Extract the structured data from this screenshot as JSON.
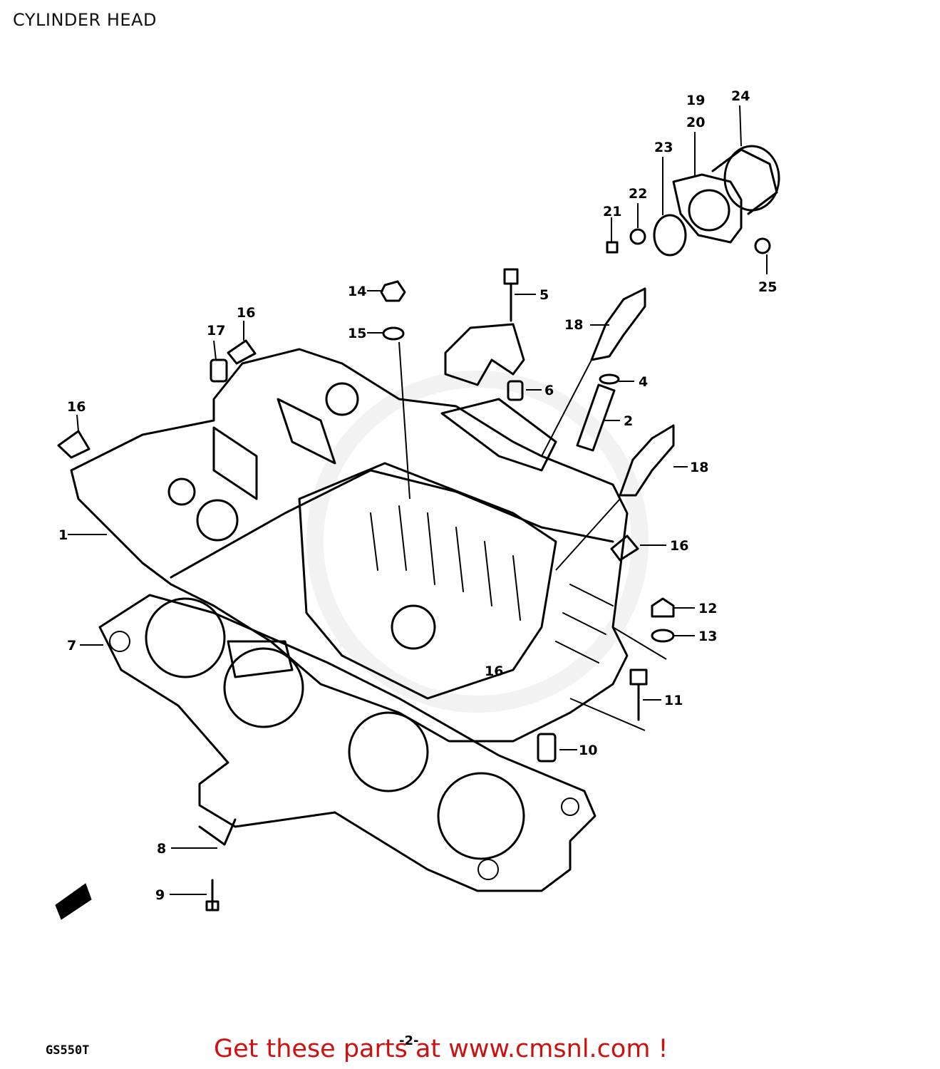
{
  "page": {
    "title": "CYLINDER HEAD"
  },
  "footer": {
    "model_code": "GS550T",
    "page_number": "-2-",
    "cta": "Get these parts at www.cmsnl.com !"
  },
  "callouts": [
    {
      "id": "c1",
      "label": "1"
    },
    {
      "id": "c2",
      "label": "2"
    },
    {
      "id": "c3",
      "label": "13"
    },
    {
      "id": "c4",
      "label": "4"
    },
    {
      "id": "c5",
      "label": "5"
    },
    {
      "id": "c6",
      "label": "6"
    },
    {
      "id": "c7",
      "label": "7"
    },
    {
      "id": "c8",
      "label": "8"
    },
    {
      "id": "c9",
      "label": "9"
    },
    {
      "id": "c10",
      "label": "10"
    },
    {
      "id": "c11",
      "label": "11"
    },
    {
      "id": "c12",
      "label": "12"
    },
    {
      "id": "c14",
      "label": "14"
    },
    {
      "id": "c15",
      "label": "15"
    },
    {
      "id": "c16a",
      "label": "16"
    },
    {
      "id": "c16b",
      "label": "16"
    },
    {
      "id": "c16c",
      "label": "16"
    },
    {
      "id": "c16d",
      "label": "16"
    },
    {
      "id": "c17",
      "label": "17"
    },
    {
      "id": "c18a",
      "label": "18"
    },
    {
      "id": "c18b",
      "label": "18"
    },
    {
      "id": "c19",
      "label": "19"
    },
    {
      "id": "c20",
      "label": "20"
    },
    {
      "id": "c21",
      "label": "21"
    },
    {
      "id": "c22",
      "label": "22"
    },
    {
      "id": "c23",
      "label": "23"
    },
    {
      "id": "c24",
      "label": "24"
    },
    {
      "id": "c25",
      "label": "25"
    }
  ]
}
